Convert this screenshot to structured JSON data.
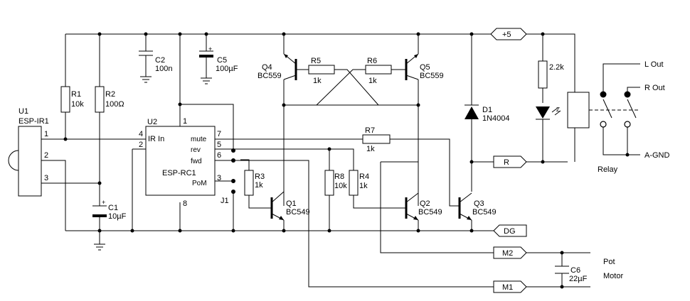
{
  "components": {
    "u1": {
      "ref": "U1",
      "value": "ESP-IR1",
      "pins": [
        "1",
        "2",
        "3"
      ]
    },
    "u2": {
      "ref": "U2",
      "value": "ESP-RC1",
      "pin_numbers": [
        "1",
        "4",
        "2",
        "8",
        "7",
        "5",
        "6",
        "3"
      ],
      "pin_labels": [
        "IR In",
        "mute",
        "rev",
        "fwd",
        "PoM"
      ]
    },
    "r1": {
      "ref": "R1",
      "value": "10k"
    },
    "r2": {
      "ref": "R2",
      "value": "100Ω"
    },
    "c1": {
      "ref": "C1",
      "value": "10µF"
    },
    "c2": {
      "ref": "C2",
      "value": "100n"
    },
    "c5": {
      "ref": "C5",
      "value": "100µF"
    },
    "c6": {
      "ref": "C6",
      "value": "22µF"
    },
    "q1": {
      "ref": "Q1",
      "value": "BC549"
    },
    "q2": {
      "ref": "Q2",
      "value": "BC549"
    },
    "q3": {
      "ref": "Q3",
      "value": "BC549"
    },
    "q4": {
      "ref": "Q4",
      "value": "BC559"
    },
    "q5": {
      "ref": "Q5",
      "value": "BC559"
    },
    "r3": {
      "ref": "R3",
      "value": "1k"
    },
    "r4": {
      "ref": "R4",
      "value": "1k"
    },
    "r5": {
      "ref": "R5",
      "value": "1k"
    },
    "r6": {
      "ref": "R6",
      "value": "1k"
    },
    "r7": {
      "ref": "R7",
      "value": "1k"
    },
    "r8": {
      "ref": "R8",
      "value": "10k"
    },
    "r_led": {
      "value": "2.2k"
    },
    "d1": {
      "ref": "D1",
      "value": "1N4004"
    },
    "j1": {
      "ref": "J1"
    },
    "relay": {
      "label": "Relay"
    }
  },
  "net_labels": {
    "plus5": "+5",
    "r": "R",
    "dg": "DG",
    "m2": "M2",
    "m1": "M1"
  },
  "outputs": {
    "l_out": "L Out",
    "r_out": "R Out",
    "a_gnd": "A-GND",
    "pot": "Pot",
    "motor": "Motor"
  }
}
